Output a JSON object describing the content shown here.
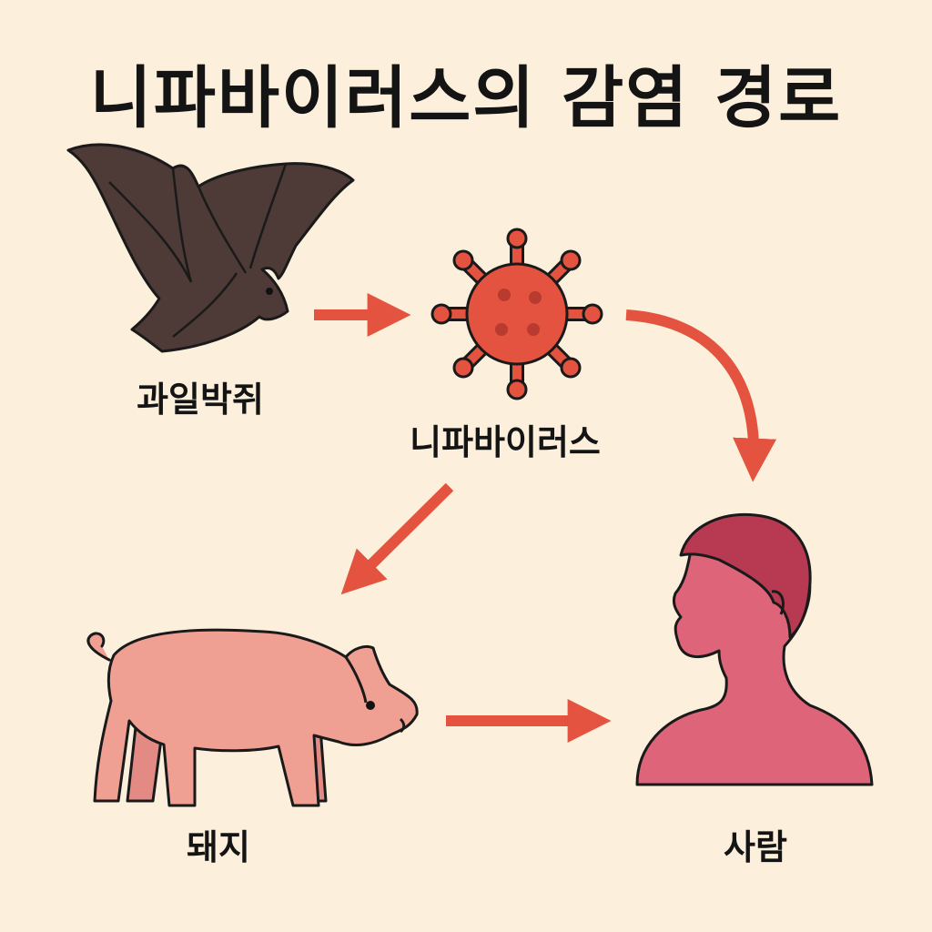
{
  "title": "니파바이러스의 감염 경로",
  "nodes": {
    "bat": "과일박쥐",
    "virus": "니파바이러스",
    "pig": "돼지",
    "human": "사람"
  },
  "colors": {
    "background": "#fcf0dc",
    "arrow": "#e3533f",
    "virus": "#e3533f",
    "bat": "#4e3a36",
    "pig": "#f0a092",
    "human": "#de6479",
    "hair": "#b73a52"
  }
}
